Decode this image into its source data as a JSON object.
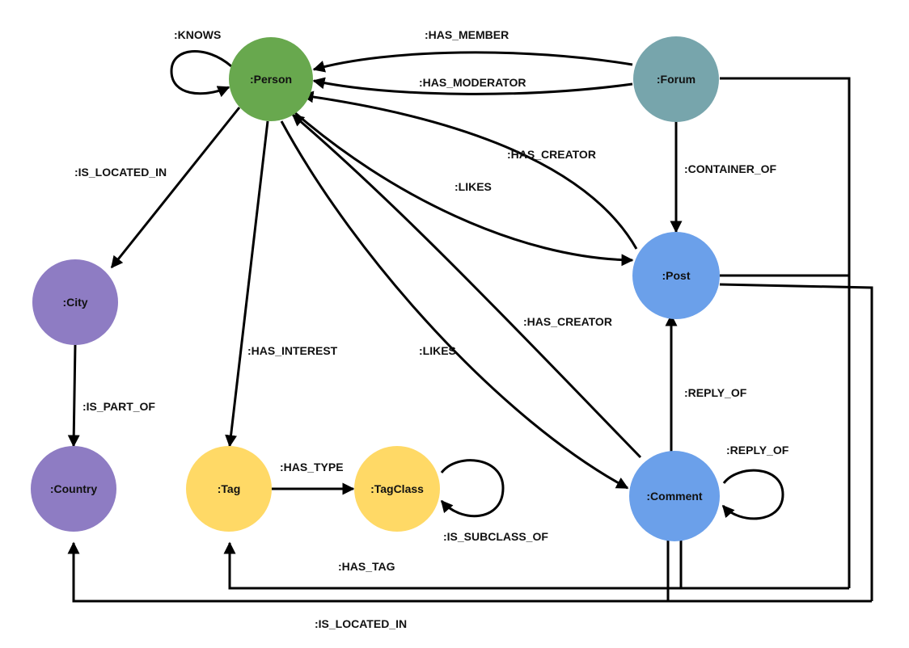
{
  "nodes": {
    "person": {
      "label": ":Person",
      "color": "#68A84E"
    },
    "forum": {
      "label": ":Forum",
      "color": "#77A5AC"
    },
    "post": {
      "label": ":Post",
      "color": "#6BA0EA"
    },
    "comment": {
      "label": ":Comment",
      "color": "#6BA0EA"
    },
    "city": {
      "label": ":City",
      "color": "#8E7CC3"
    },
    "country": {
      "label": ":Country",
      "color": "#8E7CC3"
    },
    "tag": {
      "label": ":Tag",
      "color": "#FFD966"
    },
    "tagclass": {
      "label": ":TagClass",
      "color": "#FFD966"
    }
  },
  "edges": {
    "knows": ":KNOWS",
    "has_member": ":HAS_MEMBER",
    "has_moderator": ":HAS_MODERATOR",
    "has_creator_post": ":HAS_CREATOR",
    "likes_post": ":LIKES",
    "container_of": ":CONTAINER_OF",
    "is_located_in_person": ":IS_LOCATED_IN",
    "has_interest": ":HAS_INTEREST",
    "has_creator_comment": ":HAS_CREATOR",
    "likes_comment": ":LIKES",
    "reply_of_post": ":REPLY_OF",
    "reply_of_comment": ":REPLY_OF",
    "is_part_of": ":IS_PART_OF",
    "has_type": ":HAS_TYPE",
    "is_subclass_of": ":IS_SUBCLASS_OF",
    "has_tag": ":HAS_TAG",
    "is_located_in_bottom": ":IS_LOCATED_IN"
  }
}
